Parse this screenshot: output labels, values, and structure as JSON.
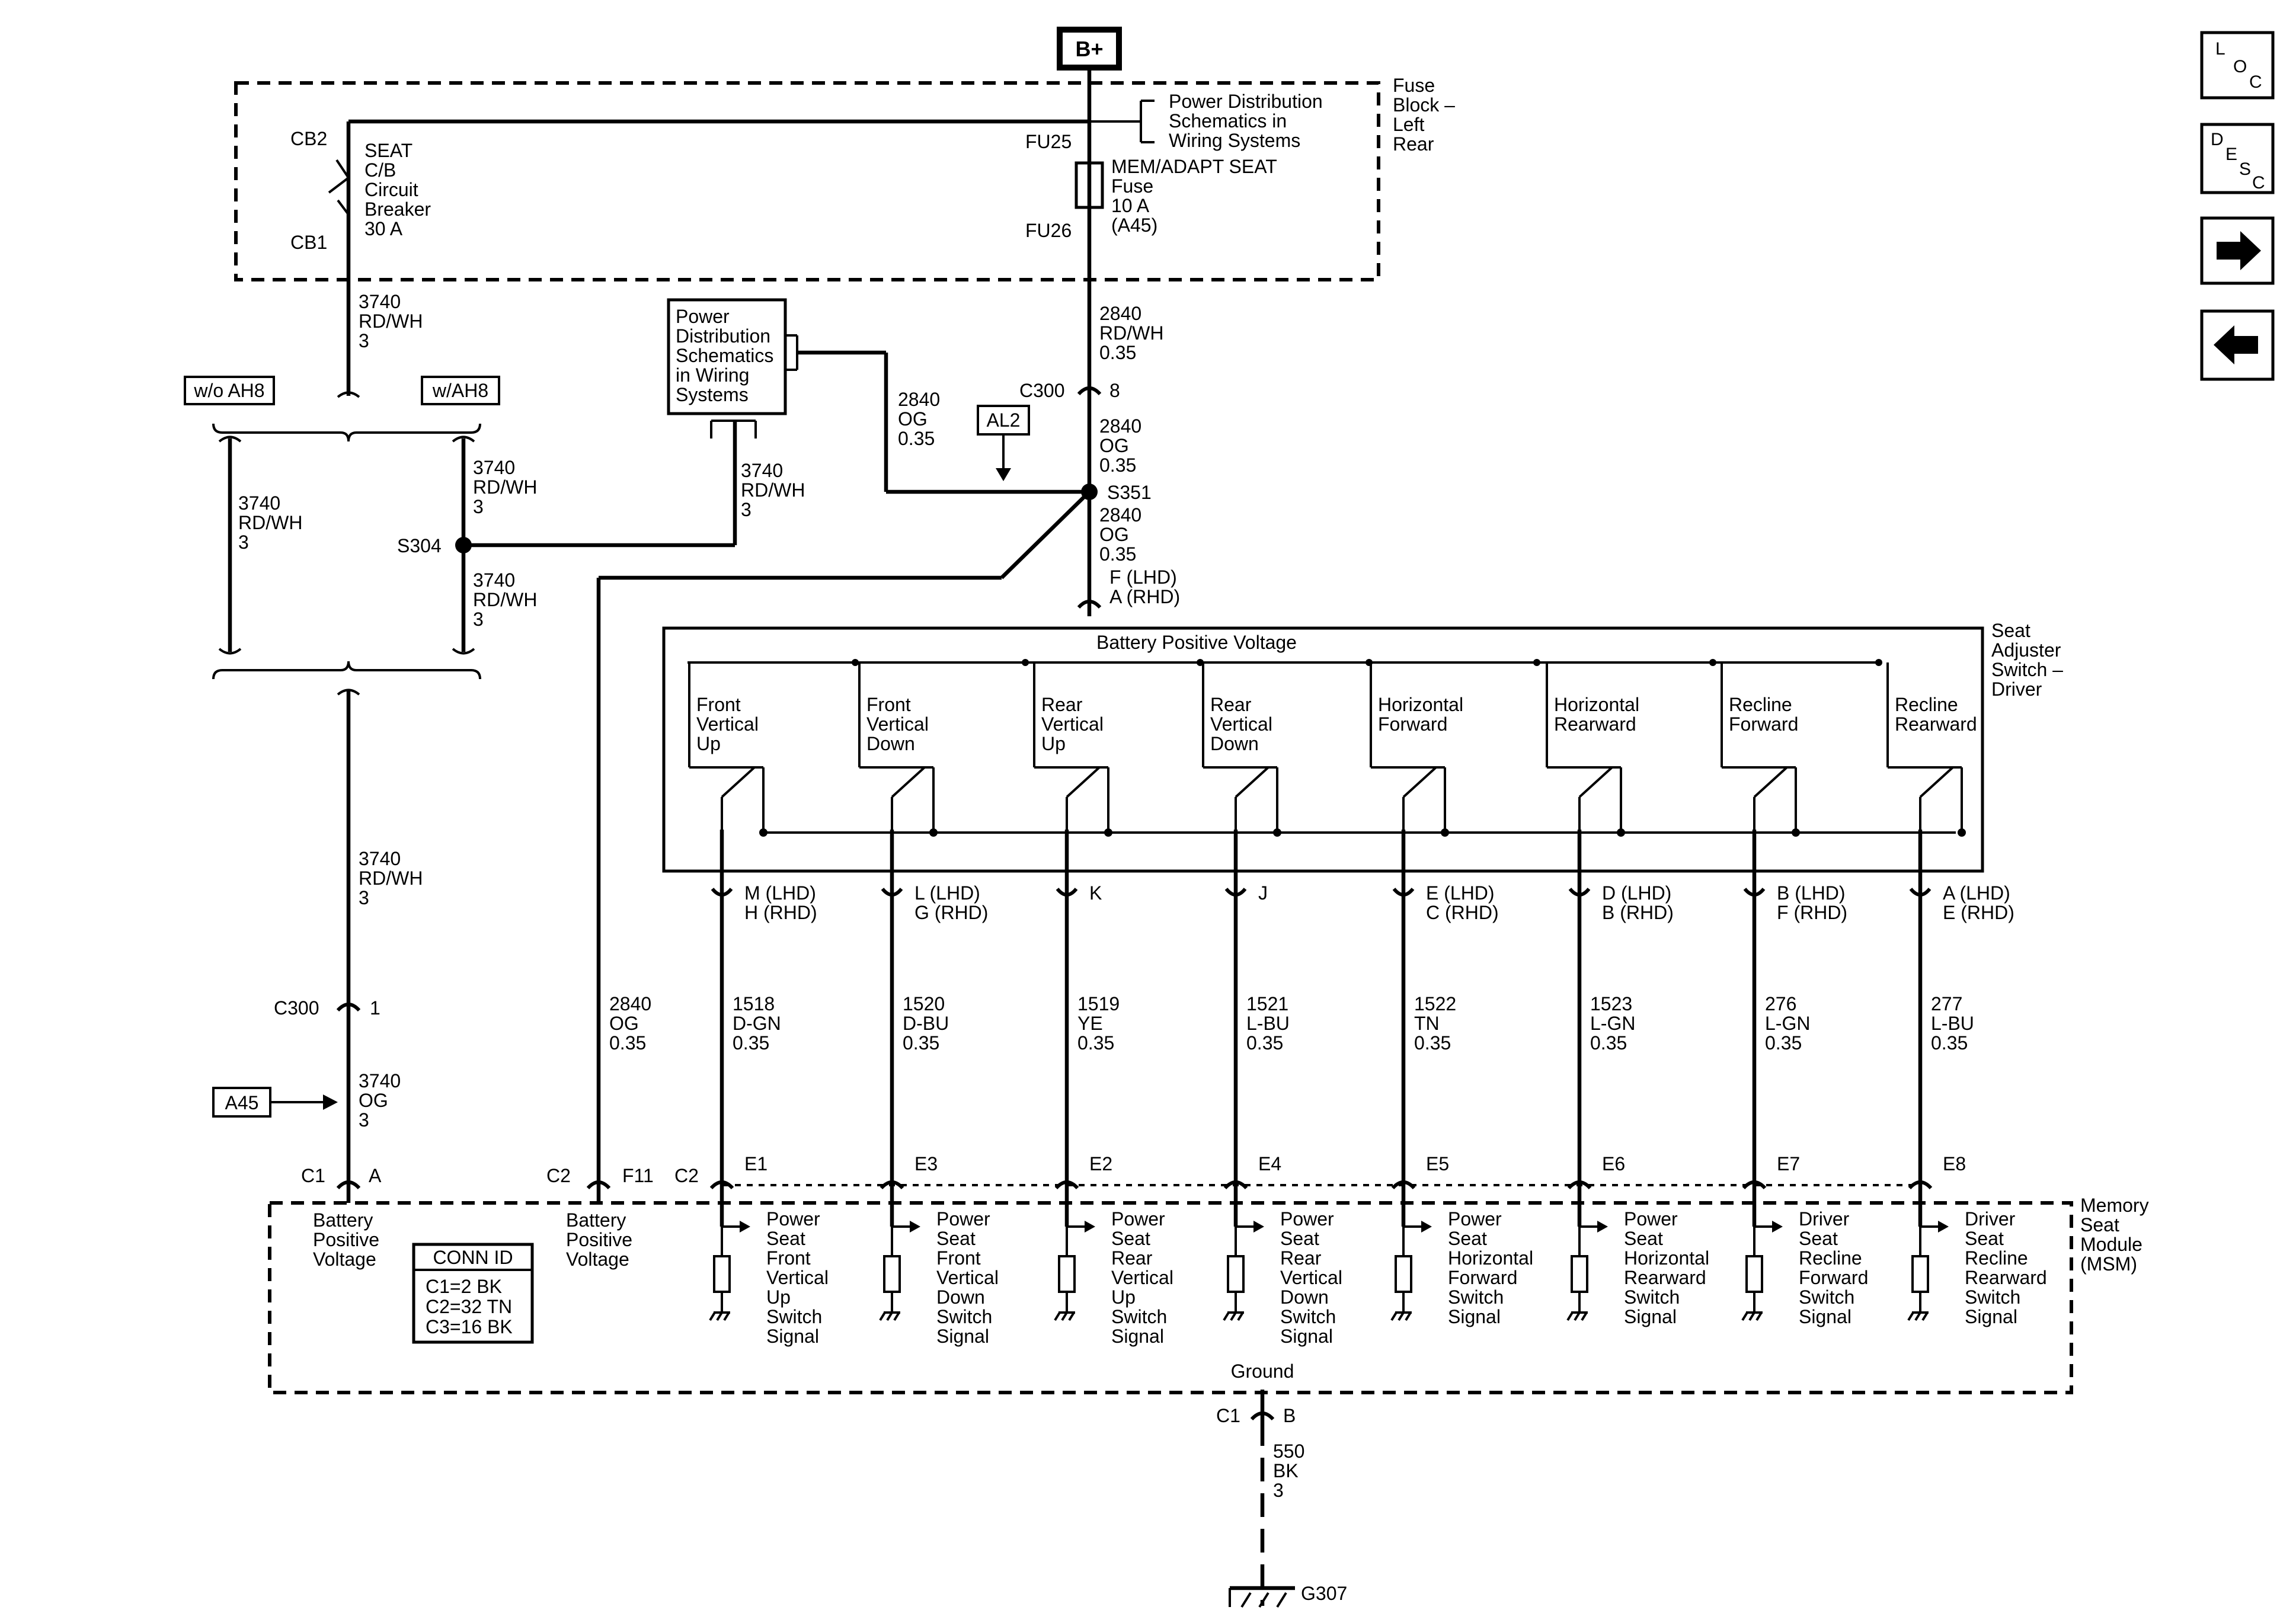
{
  "power_source": "B+",
  "fuse_block": {
    "label": [
      "Fuse",
      "Block –",
      "Left",
      "Rear"
    ],
    "cb_top": "CB2",
    "cb_bottom": "CB1",
    "cb_label": [
      "SEAT",
      "C/B",
      "Circuit",
      "Breaker",
      "30 A"
    ],
    "fuse_top": "FU25",
    "fuse_bottom": "FU26",
    "fuse_label": [
      "MEM/ADAPT SEAT",
      "Fuse",
      "10 A",
      "(A45)"
    ],
    "ref_label": [
      "Power Distribution",
      "Schematics in",
      "Wiring Systems"
    ]
  },
  "wires": {
    "cb_out": [
      "3740",
      "RD/WH",
      "3"
    ],
    "fuse_out": [
      "2840",
      "RD/WH",
      "0.35"
    ],
    "c300_8_down": [
      "2840",
      "OG",
      "0.35"
    ],
    "s351_left": [
      "2840",
      "OG",
      "0.35"
    ],
    "s351_down": [
      "2840",
      "OG",
      "0.35"
    ],
    "ah8_left": [
      "3740",
      "RD/WH",
      "3"
    ],
    "ah8_right_top": [
      "3740",
      "RD/WH",
      "3"
    ],
    "ah8_right_bottom": [
      "3740",
      "RD/WH",
      "3"
    ],
    "pds_box_down": [
      "3740",
      "RD/WH",
      "3"
    ],
    "to_c300_1": [
      "3740",
      "RD/WH",
      "3"
    ],
    "c300_1_down": [
      "3740",
      "OG",
      "3"
    ],
    "long_og": [
      "2840",
      "OG",
      "0.35"
    ],
    "ground": [
      "550",
      "BK",
      "3"
    ]
  },
  "pds_box": [
    "Power",
    "Distribution",
    "Schematics",
    "in Wiring",
    "Systems"
  ],
  "options": {
    "left": "w/o AH8",
    "right": "w/AH8"
  },
  "connectors": {
    "c300_top": {
      "name": "C300",
      "pin": "8"
    },
    "c300_bottom": {
      "name": "C300",
      "pin": "1"
    },
    "switch_in": [
      "F (LHD)",
      "A (RHD)"
    ],
    "c1_a": {
      "name": "C1",
      "pin": "A"
    },
    "c2_f11": {
      "name": "C2",
      "pin": "F11"
    },
    "c2_row": "C2",
    "ground_c1": {
      "name": "C1",
      "pin": "B"
    }
  },
  "splices": {
    "s351": "S351",
    "s304": "S304"
  },
  "refs": {
    "al2": "AL2",
    "a45": "A45"
  },
  "switch": {
    "title": [
      "Seat",
      "Adjuster",
      "Switch –",
      "Driver"
    ],
    "bus_label": "Battery Positive Voltage",
    "positions": [
      {
        "label": [
          "Front",
          "Vertical",
          "Up"
        ],
        "pin": [
          "M (LHD)",
          "H (RHD)"
        ],
        "wire": [
          "1518",
          "D-GN",
          "0.35"
        ],
        "cavity": "E1",
        "signal": [
          "Power",
          "Seat",
          "Front",
          "Vertical",
          "Up",
          "Switch",
          "Signal"
        ]
      },
      {
        "label": [
          "Front",
          "Vertical",
          "Down"
        ],
        "pin": [
          "L (LHD)",
          "G (RHD)"
        ],
        "wire": [
          "1520",
          "D-BU",
          "0.35"
        ],
        "cavity": "E3",
        "signal": [
          "Power",
          "Seat",
          "Front",
          "Vertical",
          "Down",
          "Switch",
          "Signal"
        ]
      },
      {
        "label": [
          "Rear",
          "Vertical",
          "Up"
        ],
        "pin": [
          "K"
        ],
        "wire": [
          "1519",
          "YE",
          "0.35"
        ],
        "cavity": "E2",
        "signal": [
          "Power",
          "Seat",
          "Rear",
          "Vertical",
          "Up",
          "Switch",
          "Signal"
        ]
      },
      {
        "label": [
          "Rear",
          "Vertical",
          "Down"
        ],
        "pin": [
          "J"
        ],
        "wire": [
          "1521",
          "L-BU",
          "0.35"
        ],
        "cavity": "E4",
        "signal": [
          "Power",
          "Seat",
          "Rear",
          "Vertical",
          "Down",
          "Switch",
          "Signal"
        ]
      },
      {
        "label": [
          "Horizontal",
          "Forward"
        ],
        "pin": [
          "E (LHD)",
          "C (RHD)"
        ],
        "wire": [
          "1522",
          "TN",
          "0.35"
        ],
        "cavity": "E5",
        "signal": [
          "Power",
          "Seat",
          "Horizontal",
          "Forward",
          "Switch",
          "Signal"
        ]
      },
      {
        "label": [
          "Horizontal",
          "Rearward"
        ],
        "pin": [
          "D (LHD)",
          "B (RHD)"
        ],
        "wire": [
          "1523",
          "L-GN",
          "0.35"
        ],
        "cavity": "E6",
        "signal": [
          "Power",
          "Seat",
          "Horizontal",
          "Rearward",
          "Switch",
          "Signal"
        ]
      },
      {
        "label": [
          "Recline",
          "Forward"
        ],
        "pin": [
          "B (LHD)",
          "F (RHD)"
        ],
        "wire": [
          "276",
          "L-GN",
          "0.35"
        ],
        "cavity": "E7",
        "signal": [
          "Driver",
          "Seat",
          "Recline",
          "Forward",
          "Switch",
          "Signal"
        ]
      },
      {
        "label": [
          "Recline",
          "Rearward"
        ],
        "pin": [
          "A (LHD)",
          "E (RHD)"
        ],
        "wire": [
          "277",
          "L-BU",
          "0.35"
        ],
        "cavity": "E8",
        "signal": [
          "Driver",
          "Seat",
          "Recline",
          "Rearward",
          "Switch",
          "Signal"
        ]
      }
    ]
  },
  "module": {
    "title": [
      "Memory",
      "Seat",
      "Module",
      "(MSM)"
    ],
    "c1_label": [
      "Battery",
      "Positive",
      "Voltage"
    ],
    "c2_label": [
      "Battery",
      "Positive",
      "Voltage"
    ],
    "ground_label": "Ground",
    "conn_id_title": "CONN ID",
    "conn_id_rows": [
      "C1=2 BK",
      "C2=32 TN",
      "C3=16 BK"
    ]
  },
  "ground_point": "G307",
  "nav": {
    "loc": [
      "L",
      "O",
      "C"
    ],
    "desc": [
      "D",
      "E",
      "S",
      "C"
    ],
    "next_icon": "right-arrow-icon",
    "prev_icon": "left-arrow-icon"
  }
}
